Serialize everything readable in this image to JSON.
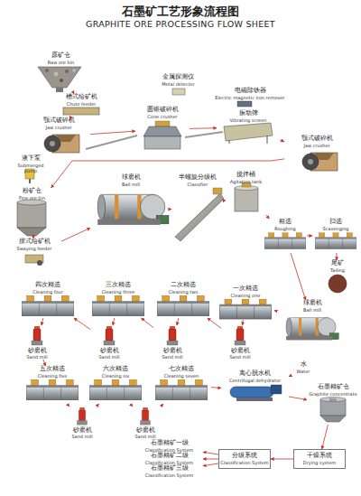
{
  "diagram": {
    "title": "石墨矿工艺形象流程图",
    "nodes": [
      {
        "text": [
          "原矿仓",
          "Raw ore bin"
        ]
      },
      {
        "text": [
          "槽式给矿机",
          "Chute feeder"
        ]
      },
      {
        "text": [
          "颚式破碎机",
          "Jaw crusher"
        ]
      },
      {
        "text": [
          "金属探测仪",
          "Metal detector"
        ]
      },
      {
        "text": [
          "圆锥破碎机",
          "Cone crusher"
        ]
      },
      {
        "text": [
          "电磁除铁器",
          "Electric magnetic iron remover"
        ]
      },
      {
        "text": [
          "振动筛",
          "Vibrating screen"
        ]
      },
      {
        "text": [
          "颚式破碎机",
          "Jaw crusher"
        ]
      },
      {
        "text": [
          "液下泵",
          "Submerged pump"
        ]
      },
      {
        "text": [
          "粉矿仓",
          "Fine ore bin"
        ]
      },
      {
        "text": [
          "摆式给矿机",
          "Swaying feeder"
        ]
      },
      {
        "text": [
          "球磨机",
          "Ball mill"
        ]
      },
      {
        "text": [
          "半螺旋分级机",
          "Classifier"
        ]
      },
      {
        "text": [
          "搅拌桶",
          "Agitation tank"
        ]
      },
      {
        "text": [
          "粗选",
          "Roughing"
        ]
      },
      {
        "text": [
          "扫选",
          "Scavenging"
        ]
      },
      {
        "text": [
          "尾矿",
          "Tailing"
        ]
      },
      {
        "text": [
          "球磨机",
          "Ball mill"
        ]
      },
      {
        "text": [
          "四次精选",
          "Cleaning four"
        ]
      },
      {
        "text": [
          "三次精选",
          "Cleaning three"
        ]
      },
      {
        "text": [
          "二次精选",
          "Cleaning two"
        ]
      },
      {
        "text": [
          "一次精选",
          "Cleaning one"
        ]
      },
      {
        "text": [
          "砂磨机",
          "Sand mill"
        ]
      },
      {
        "text": [
          "砂磨机",
          "Sand mill"
        ]
      },
      {
        "text": [
          "砂磨机",
          "Sand mill"
        ]
      },
      {
        "text": [
          "砂磨机",
          "Sand mill"
        ]
      },
      {
        "text": [
          "五次精选",
          "Cleaning five"
        ]
      },
      {
        "text": [
          "六次精选",
          "Cleaning six"
        ]
      },
      {
        "text": [
          "七次精选",
          "Cleaning seven"
        ]
      },
      {
        "text": [
          "砂磨机",
          "Sand mill"
        ]
      },
      {
        "text": [
          "砂磨机",
          "Sand mill"
        ]
      },
      {
        "text": [
          "离心脱水机",
          "Centrifugal dehydrator"
        ]
      },
      {
        "text": [
          "水",
          "Water"
        ]
      },
      {
        "text": [
          "石墨精矿仓",
          "Graphite concentrate bin"
        ]
      },
      {
        "text": [
          "石墨精矿一级",
          "Classification System"
        ]
      },
      {
        "text": [
          "石墨精矿二级",
          "Classification System"
        ]
      },
      {
        "text": [
          "石墨精矿三级",
          "Classification System"
        ]
      },
      {
        "text": [
          "分级系统",
          "Classification System"
        ]
      },
      {
        "text": [
          "干燥系统",
          "Drying system"
        ]
      }
    ],
    "edges": [
      {
        "from": 0,
        "to": 1,
        "arrow": "to"
      },
      {
        "from": 1,
        "to": 2,
        "arrow": "to"
      },
      {
        "from": 2,
        "to": 4,
        "arrow": "to"
      },
      {
        "from": 4,
        "to": 6,
        "arrow": "to"
      },
      {
        "from": 6,
        "to": 7,
        "arrow": "to"
      },
      {
        "from": 7,
        "to": 9,
        "arrow": "to"
      },
      {
        "from": 9,
        "to": 10,
        "arrow": "to"
      },
      {
        "from": 10,
        "to": 11,
        "arrow": "to"
      },
      {
        "from": 11,
        "to": 12,
        "arrow": "to"
      },
      {
        "from": 12,
        "to": 13,
        "arrow": "to"
      },
      {
        "from": 13,
        "to": 14,
        "arrow": "to"
      },
      {
        "from": 14,
        "to": 15,
        "arrow": "to"
      },
      {
        "from": 15,
        "to": 16,
        "arrow": "to"
      },
      {
        "from": 14,
        "to": 17,
        "arrow": "to"
      },
      {
        "from": 17,
        "to": 21,
        "arrow": "to"
      },
      {
        "from": 21,
        "to": 25,
        "arrow": "to"
      },
      {
        "from": 25,
        "to": 20,
        "arrow": "to"
      },
      {
        "from": 20,
        "to": 24,
        "arrow": "to"
      },
      {
        "from": 24,
        "to": 19,
        "arrow": "to"
      },
      {
        "from": 19,
        "to": 23,
        "arrow": "to"
      },
      {
        "from": 23,
        "to": 18,
        "arrow": "to"
      },
      {
        "from": 18,
        "to": 22,
        "arrow": "to"
      },
      {
        "from": 22,
        "to": 26,
        "arrow": "to"
      },
      {
        "from": 26,
        "to": 29,
        "arrow": "to"
      },
      {
        "from": 29,
        "to": 27,
        "arrow": "to"
      },
      {
        "from": 27,
        "to": 30,
        "arrow": "to"
      },
      {
        "from": 30,
        "to": 28,
        "arrow": "to"
      },
      {
        "from": 28,
        "to": 31,
        "arrow": "to"
      },
      {
        "from": 32,
        "to": 31,
        "arrow": "to"
      },
      {
        "from": 31,
        "to": 33,
        "arrow": "to"
      },
      {
        "from": 33,
        "to": 38,
        "arrow": "to"
      },
      {
        "from": 38,
        "to": 37,
        "arrow": "to"
      },
      {
        "from": 37,
        "to": 34,
        "arrow": "to"
      },
      {
        "from": 37,
        "to": 35,
        "arrow": "to"
      },
      {
        "from": 37,
        "to": 36,
        "arrow": "to"
      }
    ],
    "labels": [
      "GRAPHITE ORE PROCESSING FLOW SHEET"
    ]
  }
}
